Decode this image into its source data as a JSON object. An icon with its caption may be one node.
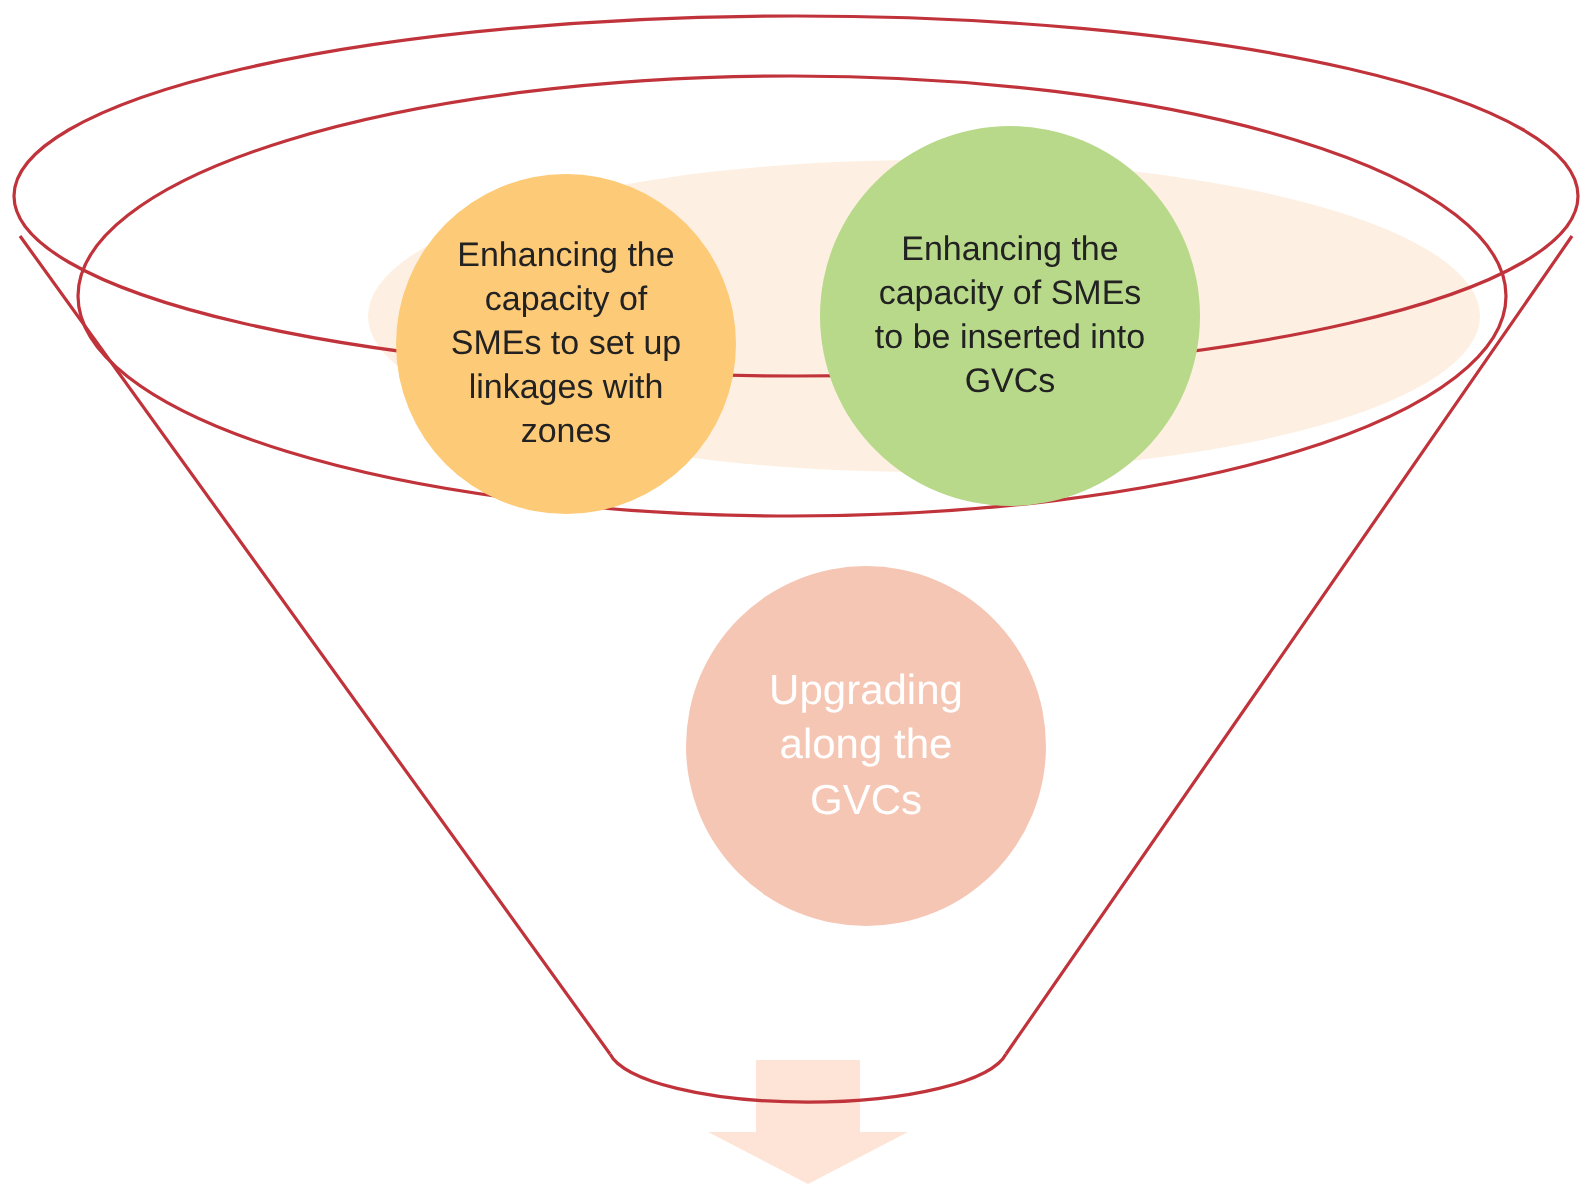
{
  "diagram": {
    "nodes": [
      {
        "text": [],
        "shape": "funnel"
      },
      {
        "text": [
          "Enhancing the capacity of SMEs to set up linkages with zones"
        ],
        "in": 0
      },
      {
        "text": [
          "Enhancing the capacity of SMEs to be inserted into GVCs"
        ],
        "in": 0
      },
      {
        "text": [
          "Upgrading along the GVCs"
        ],
        "in": 0
      }
    ]
  }
}
